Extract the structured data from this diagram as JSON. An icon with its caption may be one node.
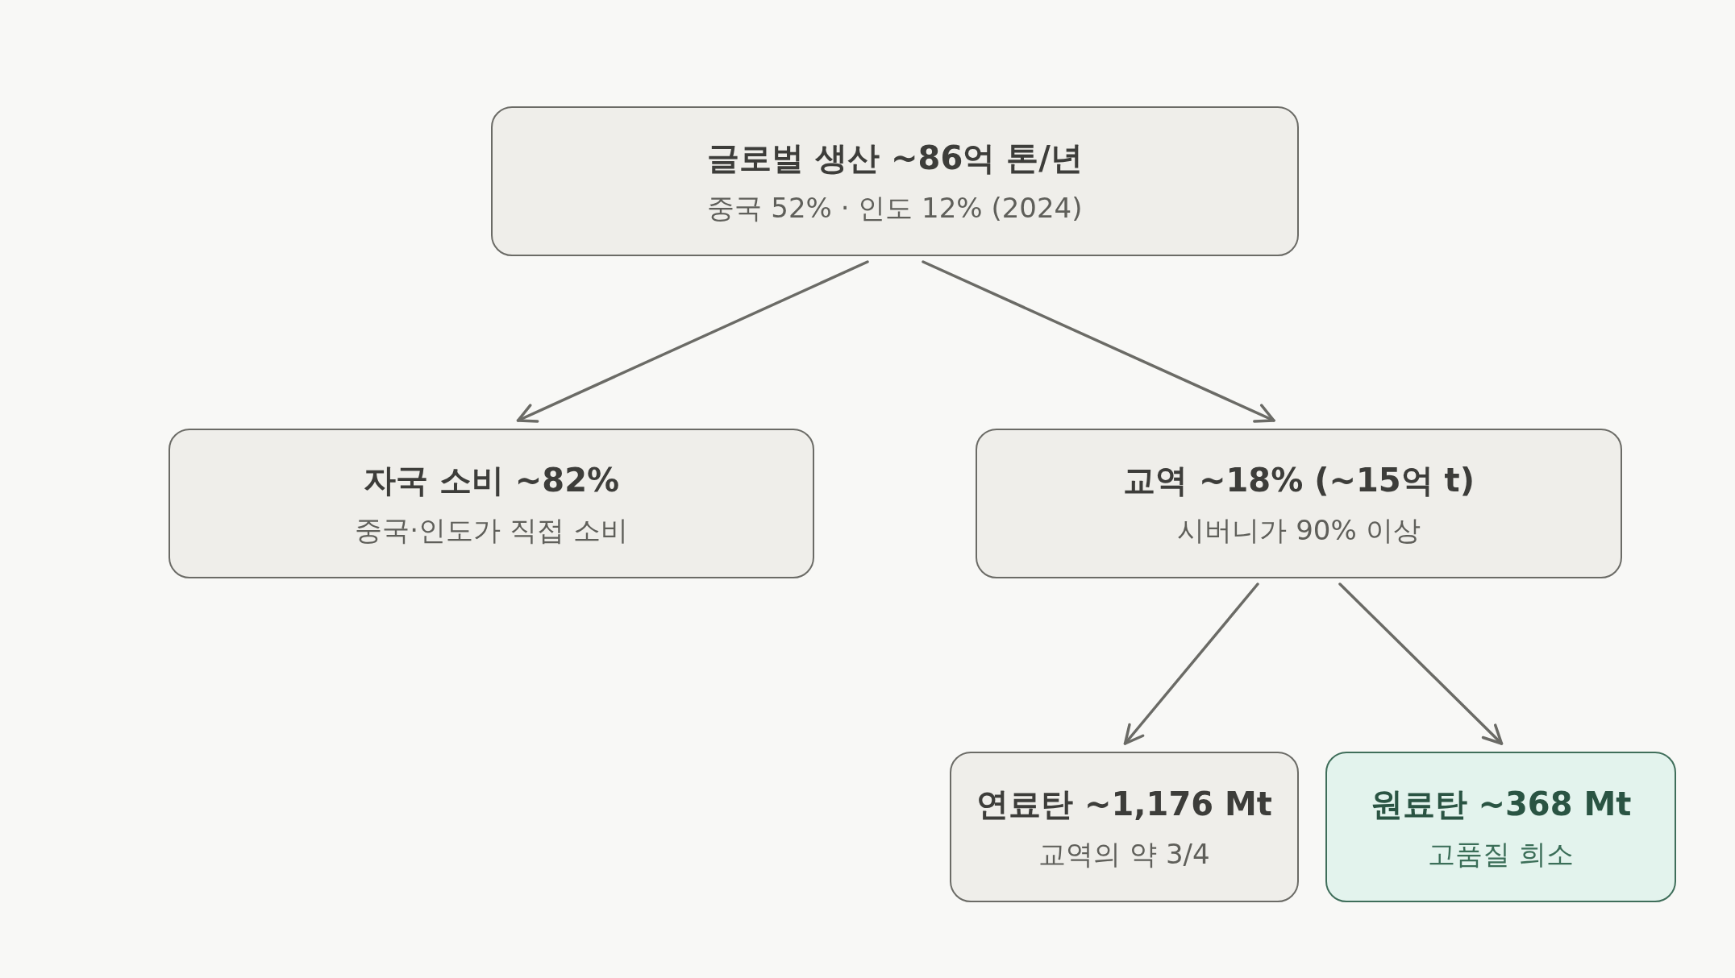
{
  "diagram": {
    "nodes": [
      {
        "text": [
          "글로벌 생산 ~86억 톤/년",
          "중국 52% · 인도 12% (2024)"
        ]
      },
      {
        "text": [
          "자국 소비 ~82%",
          "중국·인도가 직접 소비"
        ]
      },
      {
        "text": [
          "교역 ~18% (~15억 t)",
          "시버니가 90% 이상"
        ]
      },
      {
        "text": [
          "연료탄 ~1,176 Mt",
          "교역의 약 3/4"
        ]
      },
      {
        "text": [
          "원료탄 ~368 Mt",
          "고품질 희소"
        ]
      }
    ],
    "edges": [
      {
        "from": 0,
        "to": 1,
        "arrow": "to"
      },
      {
        "from": 0,
        "to": 2,
        "arrow": "to"
      },
      {
        "from": 2,
        "to": 3,
        "arrow": "to"
      },
      {
        "from": 2,
        "to": 4,
        "arrow": "to"
      }
    ]
  }
}
